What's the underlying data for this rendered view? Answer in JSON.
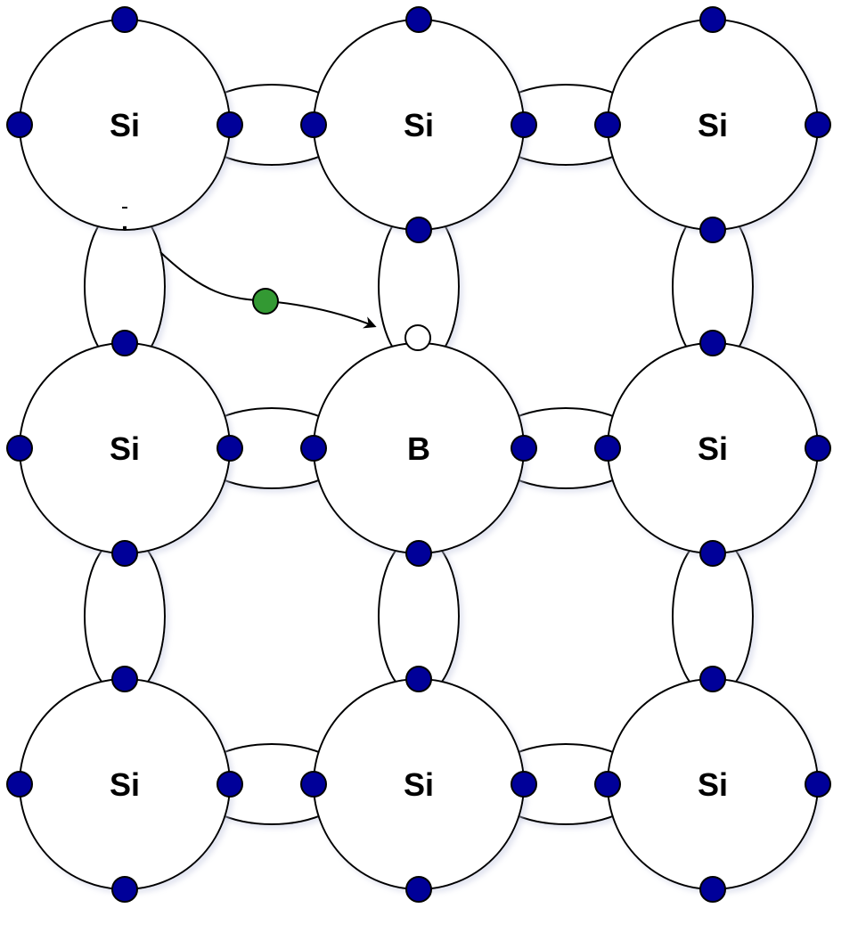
{
  "diagram": {
    "description_visible": false,
    "atoms": [
      {
        "label": "Si",
        "row": 0,
        "col": 0
      },
      {
        "label": "Si",
        "row": 0,
        "col": 1
      },
      {
        "label": "Si",
        "row": 0,
        "col": 2
      },
      {
        "label": "Si",
        "row": 1,
        "col": 0
      },
      {
        "label": "B",
        "row": 1,
        "col": 1
      },
      {
        "label": "Si",
        "row": 1,
        "col": 2
      },
      {
        "label": "Si",
        "row": 2,
        "col": 0
      },
      {
        "label": "Si",
        "row": 2,
        "col": 1
      },
      {
        "label": "Si",
        "row": 2,
        "col": 2
      }
    ],
    "hole_note": ".",
    "colors": {
      "electron": "#000099",
      "moving_electron": "#339933",
      "hole": "#ffffff",
      "stroke": "#000000",
      "shadow": "#c8cbe0"
    }
  }
}
